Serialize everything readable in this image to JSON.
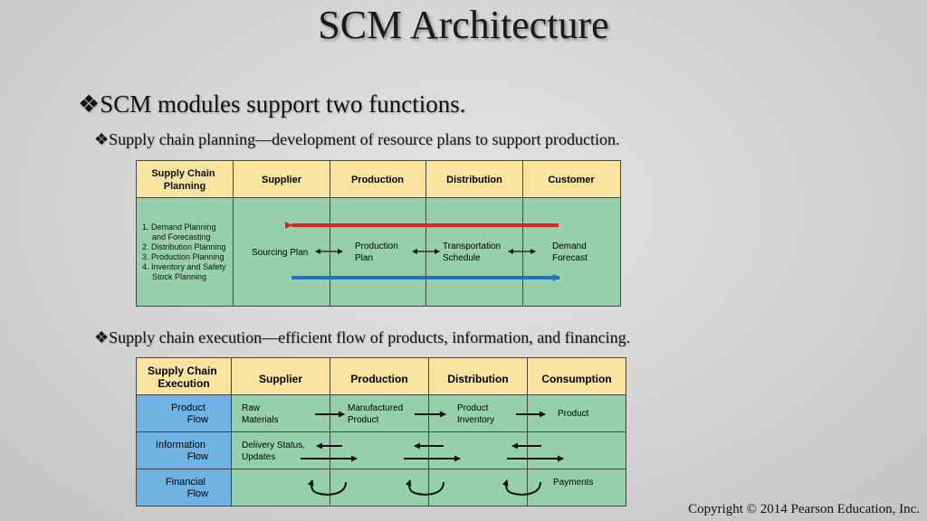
{
  "slide": {
    "title": "SCM Architecture",
    "bullet_main": "SCM modules support two functions.",
    "bullet_planning": "Supply chain planning—development of resource plans to support production.",
    "bullet_execution": "Supply chain execution—efficient flow of products, information, and financing.",
    "bullet_glyph": "❖",
    "copyright": "Copyright © 2014 Pearson Education, Inc."
  },
  "planning_table": {
    "corner_header": [
      "Supply Chain",
      "Planning"
    ],
    "headers": [
      "Supplier",
      "Production",
      "Distribution",
      "Customer"
    ],
    "left_list": [
      "1. Demand Planning",
      "and Forecasting",
      "2. Distribution Planning",
      "3. Production Planning",
      "4. Inventory and Safety",
      "Stock Planning"
    ],
    "plans": [
      [
        "Sourcing Plan"
      ],
      [
        "Production",
        "Plan"
      ],
      [
        "Transportation",
        "Schedule"
      ],
      [
        "Demand",
        "Forecast"
      ]
    ],
    "colors": {
      "header": "#fbe4a0",
      "body": "#95d0ab",
      "red_arrow": "#e2202a",
      "blue_arrow": "#1a73c4"
    }
  },
  "execution_table": {
    "corner_header": [
      "Supply Chain",
      "Execution"
    ],
    "headers": [
      "Supplier",
      "Production",
      "Distribution",
      "Consumption"
    ],
    "rows": [
      {
        "label": [
          "Product",
          "Flow"
        ],
        "items": [
          [
            "Raw",
            "Materials"
          ],
          [
            "Manufactured",
            "Product"
          ],
          [
            "Product",
            "Inventory"
          ],
          [
            "Product"
          ]
        ]
      },
      {
        "label": [
          "Information",
          "Flow"
        ],
        "items": [
          [
            "Delivery Status,",
            "Updates"
          ]
        ]
      },
      {
        "label": [
          "Financial",
          "Flow"
        ],
        "items": [
          [
            "Payments"
          ]
        ]
      }
    ],
    "colors": {
      "header": "#fbe4a0",
      "body": "#95d0ab",
      "row_label": "#6fb3e3"
    }
  }
}
